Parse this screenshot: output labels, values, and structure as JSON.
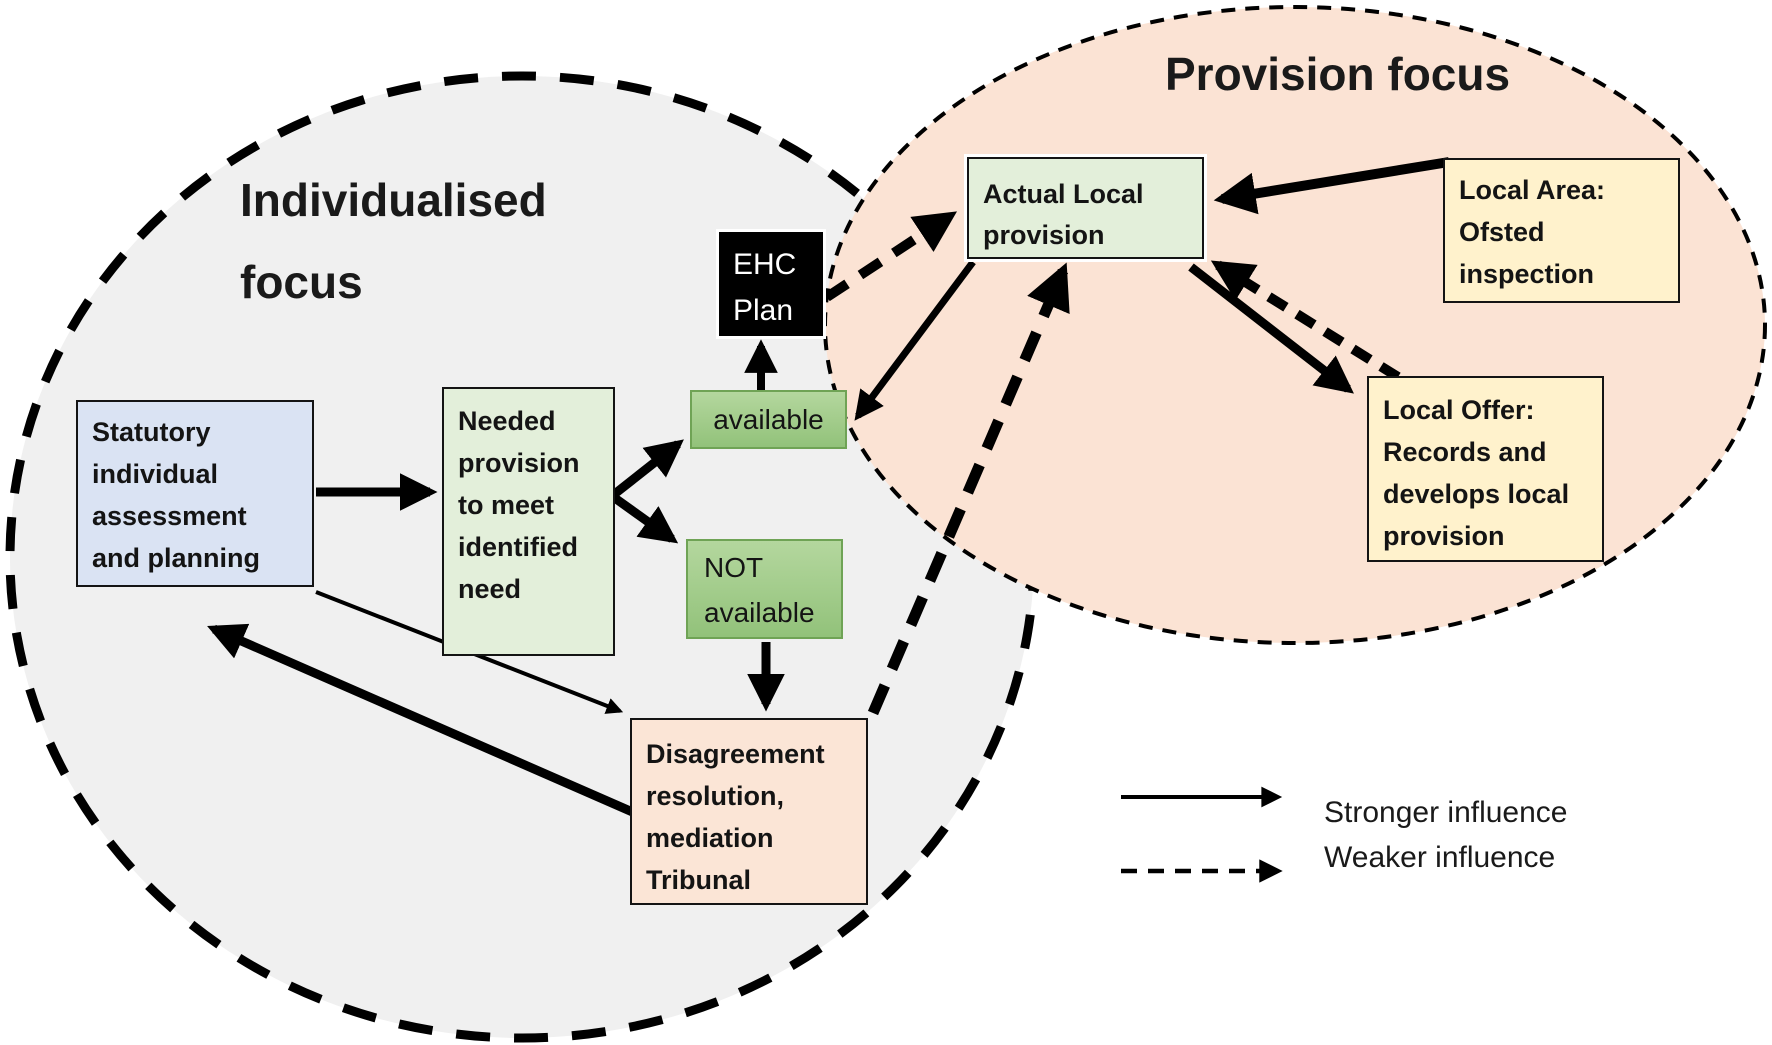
{
  "regions": {
    "individualised": {
      "label": "Individualised\nfocus"
    },
    "provision": {
      "label": "Provision focus"
    }
  },
  "boxes": {
    "statutory": {
      "label": "Statutory\nindividual\nassessment\nand planning"
    },
    "needed": {
      "label": "Needed\nprovision\nto meet\nidentified\nneed"
    },
    "ehc": {
      "label": "EHC\nPlan"
    },
    "available": {
      "label": "available"
    },
    "not_available": {
      "label": "NOT\navailable"
    },
    "actual_local": {
      "label": "Actual Local\nprovision"
    },
    "local_area": {
      "label": "Local Area:\nOfsted\ninspection"
    },
    "local_offer": {
      "label": "Local Offer:\nRecords and\ndevelops local\nprovision"
    },
    "disagreement": {
      "label": "Disagreement\nresolution,\nmediation\nTribunal"
    }
  },
  "legend": {
    "stronger": "Stronger influence",
    "weaker": "Weaker influence"
  },
  "edges": [
    {
      "from": "Statutory individual assessment and planning",
      "to": "Needed provision to meet identified need",
      "influence": "stronger"
    },
    {
      "from": "Needed provision to meet identified need",
      "to": "available",
      "influence": "stronger"
    },
    {
      "from": "Needed provision to meet identified need",
      "to": "NOT available",
      "influence": "stronger"
    },
    {
      "from": "available",
      "to": "EHC Plan",
      "influence": "stronger"
    },
    {
      "from": "EHC Plan",
      "to": "Actual Local provision",
      "influence": "weaker"
    },
    {
      "from": "Actual Local provision",
      "to": "available",
      "influence": "stronger"
    },
    {
      "from": "Local Area: Ofsted inspection",
      "to": "Actual Local provision",
      "influence": "stronger"
    },
    {
      "from": "Actual Local provision",
      "to": "Local Offer: Records and develops local provision",
      "influence": "stronger"
    },
    {
      "from": "Local Offer: Records and develops local provision",
      "to": "Actual Local provision",
      "influence": "weaker"
    },
    {
      "from": "NOT available",
      "to": "Disagreement resolution, mediation Tribunal",
      "influence": "stronger"
    },
    {
      "from": "Statutory individual assessment and planning",
      "to": "Disagreement resolution, mediation Tribunal",
      "influence": "stronger"
    },
    {
      "from": "Disagreement resolution, mediation Tribunal",
      "to": "Statutory individual assessment and planning",
      "influence": "stronger"
    },
    {
      "from": "Disagreement resolution, mediation Tribunal",
      "to": "Actual Local provision",
      "influence": "weaker"
    }
  ],
  "colors": {
    "individualised_region_fill": "#f0f0f0",
    "provision_region_fill": "#fbe3d4",
    "statutory_fill": "#dae3f3",
    "light_green_fill": "#e3efda",
    "dark_green_fill": "#a9d18e",
    "yellow_fill": "#fff2cc",
    "peach_box_fill": "#fbe5d6",
    "ehc_fill": "#000000",
    "ehc_text": "#ffffff",
    "arrow": "#000000"
  }
}
